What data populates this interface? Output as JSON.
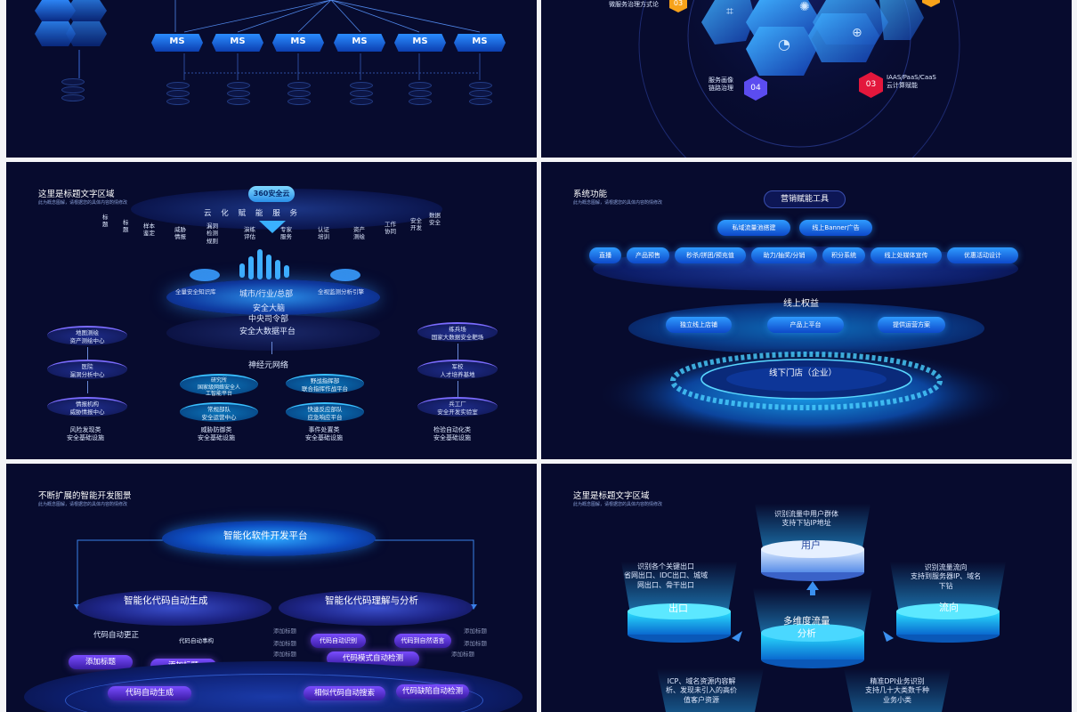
{
  "slide1": {
    "ms_label": "MS"
  },
  "slide2": {
    "labels": {
      "top": "微服务治理方式论",
      "left": "服务画像\n链路治理",
      "right": "IAAS/PaaS/CaaS\n云计算赋能"
    },
    "badges": [
      "03",
      "04",
      "03"
    ],
    "colors": {
      "orange": "#f7a21a",
      "purple": "#5b4cf0",
      "red": "#e3173c"
    }
  },
  "slide3": {
    "title": "这里是标题文字区域",
    "subtitle": "此为概念图解，请根据您的具体内容酌情修改",
    "cloud": "360安全云",
    "services_row": "云    化    赋    能    服    务",
    "hex_items": [
      "标\n题",
      "标\n题",
      "样本\n鉴定",
      "威胁\n情报",
      "漏洞\n检测\n规则",
      "演练\n评估",
      "专家\n服务",
      "认证\n培训",
      "资产\n测绘",
      "工作\n协同",
      "安全\n开发",
      "数据\n安全"
    ],
    "left_cloud": "全量安全知识库",
    "right_cloud": "全视监测分析引擎",
    "center": [
      "城市/行业/总部",
      "安全大脑",
      "中央司令部",
      "安全大数据平台"
    ],
    "network": "神经元网络",
    "left_col": [
      "地图测绘\n资产测绘中心",
      "医院\n漏洞分析中心",
      "情报机构\n威胁情报中心"
    ],
    "left_foot": "风险发现类\n安全基础设施",
    "mid_left": [
      "研究所\n国家级网络安全人\n工智能平台",
      "常规部队\n安全运营中心"
    ],
    "mid_left_foot": "威胁防御类\n安全基础设施",
    "mid_right": [
      "野战指挥部\n联合指挥作战平台",
      "快速反应部队\n应急响应平台"
    ],
    "mid_right_foot": "事件处置类\n安全基础设施",
    "right_col": [
      "练兵场\n国家大数据安全靶场",
      "军校\n人才培养基地",
      "兵工厂\n安全开发实验室"
    ],
    "right_foot": "检验自动化类\n安全基础设施"
  },
  "slide4": {
    "title": "系统功能",
    "subtitle": "此为概念图解，请根据您的具体内容酌情修改",
    "tool": "营销赋能工具",
    "row1": [
      "私域流量池搭建",
      "线上Banner广告"
    ],
    "row2": [
      "直播",
      "产品预售",
      "秒杀/拼团/预充值",
      "助力/抽奖/分销",
      "积分系统",
      "线上处媒体宣传",
      "优惠活动设计"
    ],
    "rights": "线上权益",
    "row3": [
      "独立线上店铺",
      "产品上平台",
      "提供运营方案"
    ],
    "store": "线下门店（企业）"
  },
  "slide5": {
    "title": "不断扩展的智能开发图景",
    "subtitle": "此为概念图解，请根据您的具体内容酌情修改",
    "platform": "智能化软件开发平台",
    "left": "智能化代码自动生成",
    "right": "智能化代码理解与分析",
    "l_items": [
      "代码自动更正",
      "代码自动事构",
      "添加标题",
      "添加标题",
      "代码自动生成"
    ],
    "r_items": [
      "代码自动识别",
      "代码到自然语言",
      "代码模式自动检测",
      "相似代码自动搜索",
      "代码缺陷自动检测"
    ],
    "gray": "添加标题"
  },
  "slide6": {
    "title": "这里是标题文字区域",
    "subtitle": "此为概念图解，请根据您的具体内容酌情修改",
    "user_text": "识别流量中用户群体\n支持下钻IP地址",
    "user": "用户",
    "exit_text": "识别各个关键出口\n省网出口、IDC出口、城域\n网出口、骨干出口",
    "exit": "出口",
    "flow_text": "识别流量流向\n支持到服务器IP、域名\n下钻",
    "flow": "流向",
    "center": "多维度流量\n分析",
    "bl_text": "ICP、域名资源内容解\n析、发现未引入的高价\n值客户资源",
    "br_text": "精准DPI业务识别\n支持几十大类数千种\n业务小类"
  }
}
